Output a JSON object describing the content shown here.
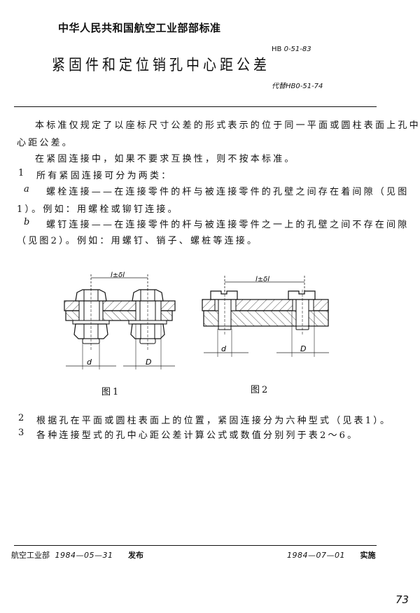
{
  "header": {
    "organization": "中华人民共和国航空工业部部标准",
    "title": "紧固件和定位销孔中心距公差",
    "standard_number_prefix": "HB",
    "standard_number": "0-51-83",
    "replaces": "代替HB0-51-74"
  },
  "body": {
    "intro_line1": "本标准仅规定了以座标尺寸公差的形式表示的位于同一平面或圆柱表面上孔中",
    "intro_line2": "心距公差。",
    "note": "在紧固连接中，如果不要求互换性，则不按本标准。",
    "items": [
      {
        "num": "1",
        "text": "所有紧固连接可分为两类："
      },
      {
        "num": "a",
        "line1": "螺栓连接——在连接零件的杆与被连接零件的孔壁之间存在着间隙（见图",
        "line2": "1）。例如：用螺栓或铆钉连接。"
      },
      {
        "num": "b",
        "line1": "螺钉连接——在连接零件的杆与被连接零件之一上的孔壁之间不存在间隙",
        "line2": "（见图2）。例如：用螺钉、销子、螺桩等连接。"
      }
    ],
    "items_after": [
      {
        "num": "2",
        "text": "根据孔在平面或圆柱表面上的位置，紧固连接分为六种型式（见表1）。"
      },
      {
        "num": "3",
        "text": "各种连接型式的孔中心距公差计算公式或数值分别列于表2～6。"
      }
    ]
  },
  "figures": [
    {
      "caption": "图1",
      "dimension_label": "l±δl",
      "left_label": "d",
      "right_label": "D",
      "description": "bolt connection with nuts and washers through two plates"
    },
    {
      "caption": "图2",
      "dimension_label": "l±δl",
      "left_label": "d",
      "right_label": "D",
      "description": "screw connection through two plates"
    }
  ],
  "footer": {
    "issuer": "航空工业部",
    "issue_date": "1984—05—31",
    "issue_label": "发布",
    "effective_date": "1984—07—01",
    "effective_label": "实施"
  },
  "page_number": "73"
}
